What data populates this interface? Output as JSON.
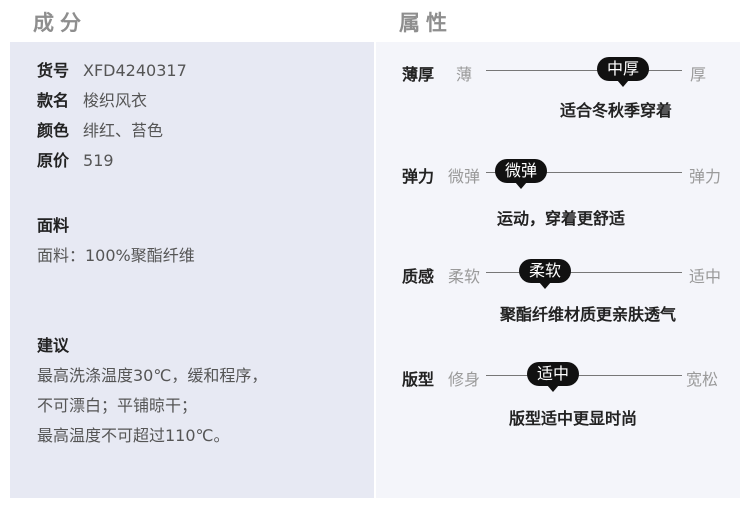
{
  "headers": {
    "left": "成分",
    "right": "属性"
  },
  "product": [
    {
      "label": "货号",
      "value": "XFD4240317"
    },
    {
      "label": "款名",
      "value": "梭织风衣"
    },
    {
      "label": "颜色",
      "value": "绯红、苔色"
    },
    {
      "label": "原价",
      "value": "519"
    }
  ],
  "fabric": {
    "title": "面料",
    "text": "面料：100%聚酯纤维"
  },
  "advice": {
    "title": "建议",
    "lines": [
      "最高洗涤温度30℃，缓和程序，",
      "不可漂白；平铺晾干；",
      "最高温度不可超过110℃。"
    ]
  },
  "attributes": [
    {
      "label": "薄厚",
      "left": "薄",
      "right": "厚",
      "selected": "中厚",
      "desc": "适合冬秋季穿着",
      "position": 0.72
    },
    {
      "label": "弹力",
      "left": "微弹",
      "right": "弹力",
      "selected": "微弹",
      "desc": "运动，穿着更舒适",
      "position": 0.15
    },
    {
      "label": "质感",
      "left": "柔软",
      "right": "适中",
      "selected": "柔软",
      "desc": "聚酯纤维材质更亲肤透气",
      "position": 0.2
    },
    {
      "label": "版型",
      "left": "修身",
      "right": "宽松",
      "selected": "适中",
      "desc": "版型适中更显时尚",
      "position": 0.35
    }
  ]
}
